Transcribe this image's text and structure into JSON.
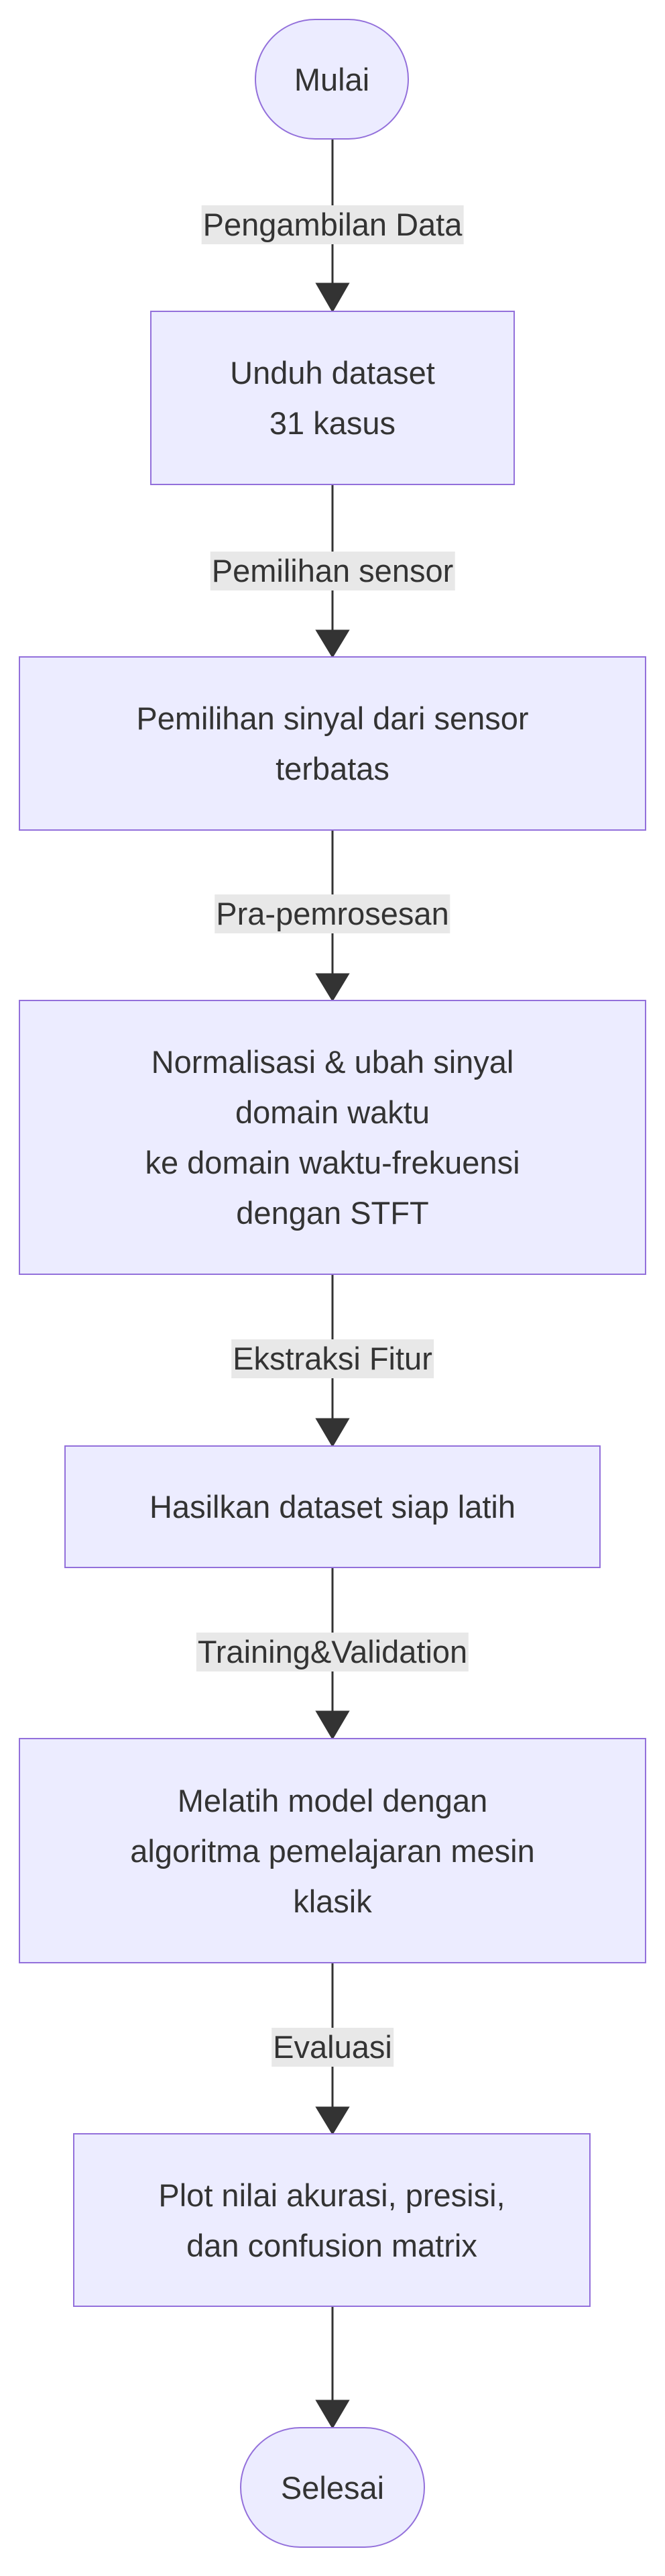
{
  "nodes": {
    "start": "Mulai",
    "download": [
      "Unduh dataset",
      "31 kasus"
    ],
    "select": [
      "Pemilihan sinyal dari sensor",
      "terbatas"
    ],
    "normalize": [
      "Normalisasi & ubah sinyal",
      "domain waktu",
      "ke domain waktu-frekuensi",
      "dengan STFT"
    ],
    "dataset": [
      "Hasilkan dataset siap latih"
    ],
    "train": [
      "Melatih model dengan",
      "algoritma pemelajaran mesin",
      "klasik"
    ],
    "plot": [
      "Plot nilai akurasi, presisi,",
      "dan confusion matrix"
    ],
    "end": "Selesai"
  },
  "edges": {
    "e1": "Pengambilan Data",
    "e2": "Pemilihan sensor",
    "e3": "Pra-pemrosesan",
    "e4": "Ekstraksi Fitur",
    "e5": "Training&Validation",
    "e6": "Evaluasi"
  },
  "colors": {
    "node_fill": "#ececff",
    "node_stroke": "#9370db",
    "edge": "#333333",
    "label_bg": "#e8e8e8"
  }
}
